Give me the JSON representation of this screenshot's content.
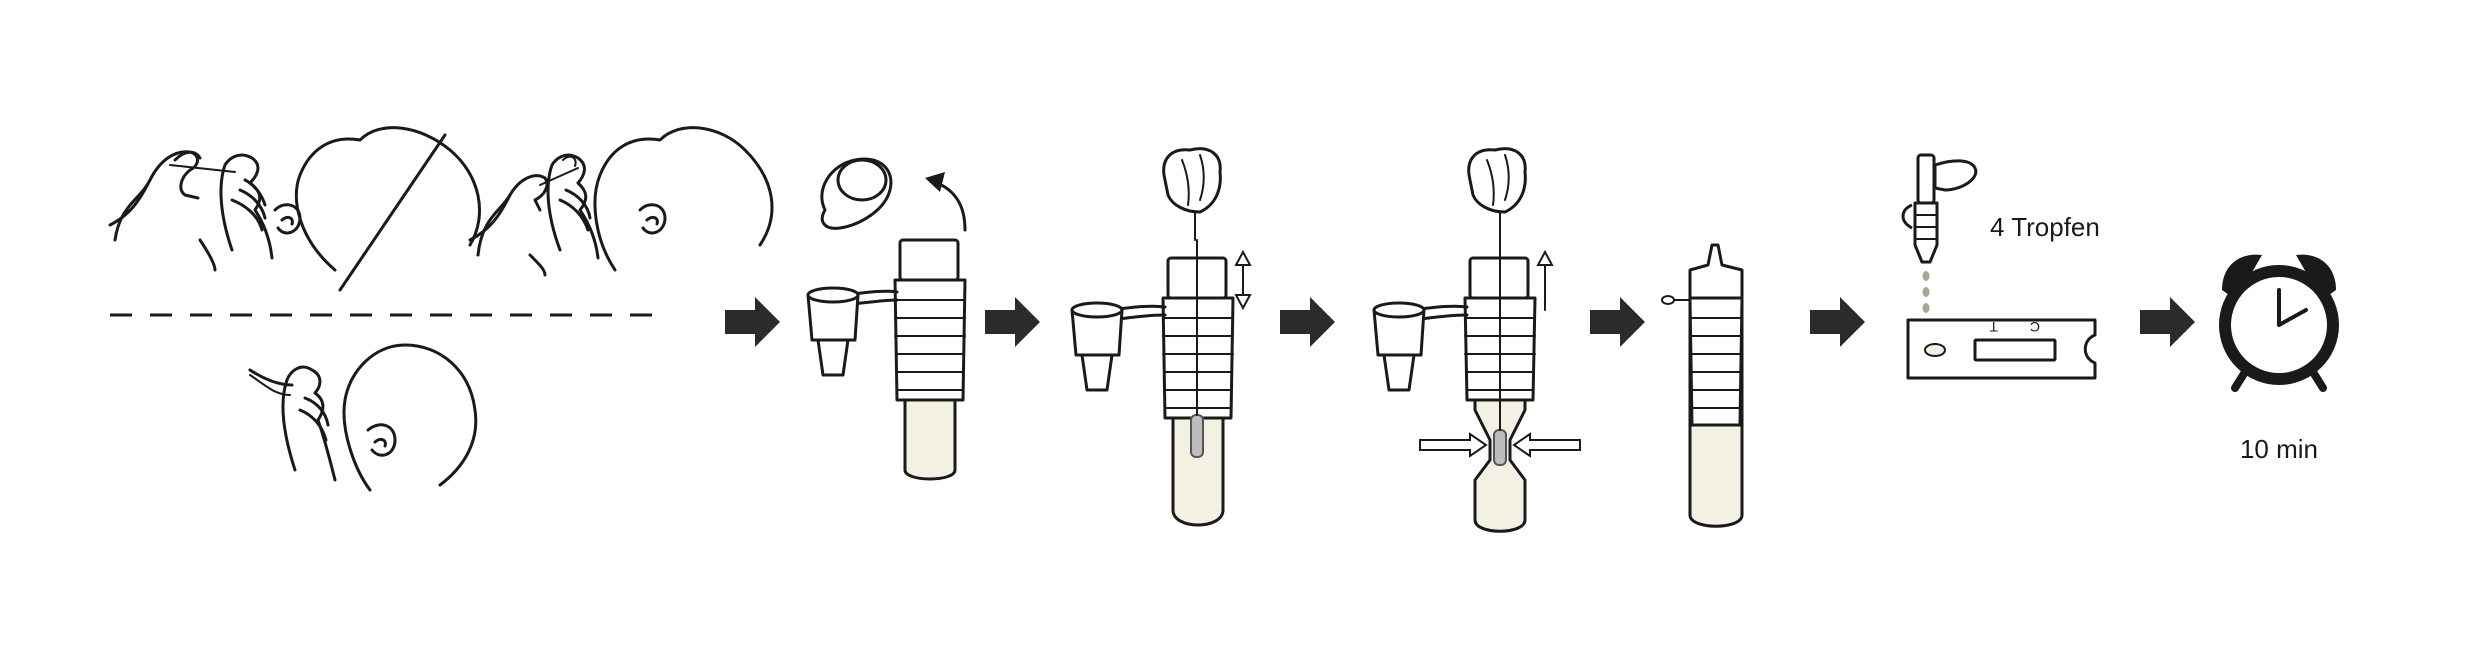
{
  "colors": {
    "line": "#1a1a1a",
    "tube_fill": "#f3f1e4",
    "arrow": "#2b2b2b",
    "swab_fill": "#bdbdbd"
  },
  "icons": [
    "nasal-swab-icon",
    "arrow-right-icon",
    "cap-icon",
    "extraction-tube-icon",
    "hand-icon",
    "test-cassette-icon",
    "alarm-clock-icon"
  ],
  "steps": {
    "drops": {
      "label": "4 Tropfen"
    },
    "cassette": {
      "c_label": "C",
      "t_label": "T"
    },
    "timer": {
      "label": "10 min"
    }
  }
}
